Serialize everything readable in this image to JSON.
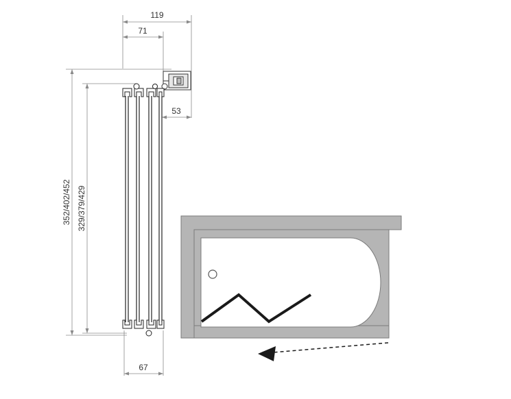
{
  "dimensions": {
    "width_total": "119",
    "width_mid": "71",
    "offset_right": "53",
    "width_bottom": "67",
    "height_outer": "352/402/452",
    "height_inner": "329/379/429"
  },
  "colors": {
    "frame": "#b5b5b5",
    "frame_stroke": "#7a7a7a",
    "tub_fill": "#ffffff",
    "panel_line": "#222222",
    "dim_line": "#8a8a8a",
    "arrow": "#1a1a1a"
  },
  "icons": {
    "folding_door": "zigzag-folding-door-icon",
    "direction": "dashed-arrow-left-icon",
    "drain": "drain-circle-icon"
  }
}
